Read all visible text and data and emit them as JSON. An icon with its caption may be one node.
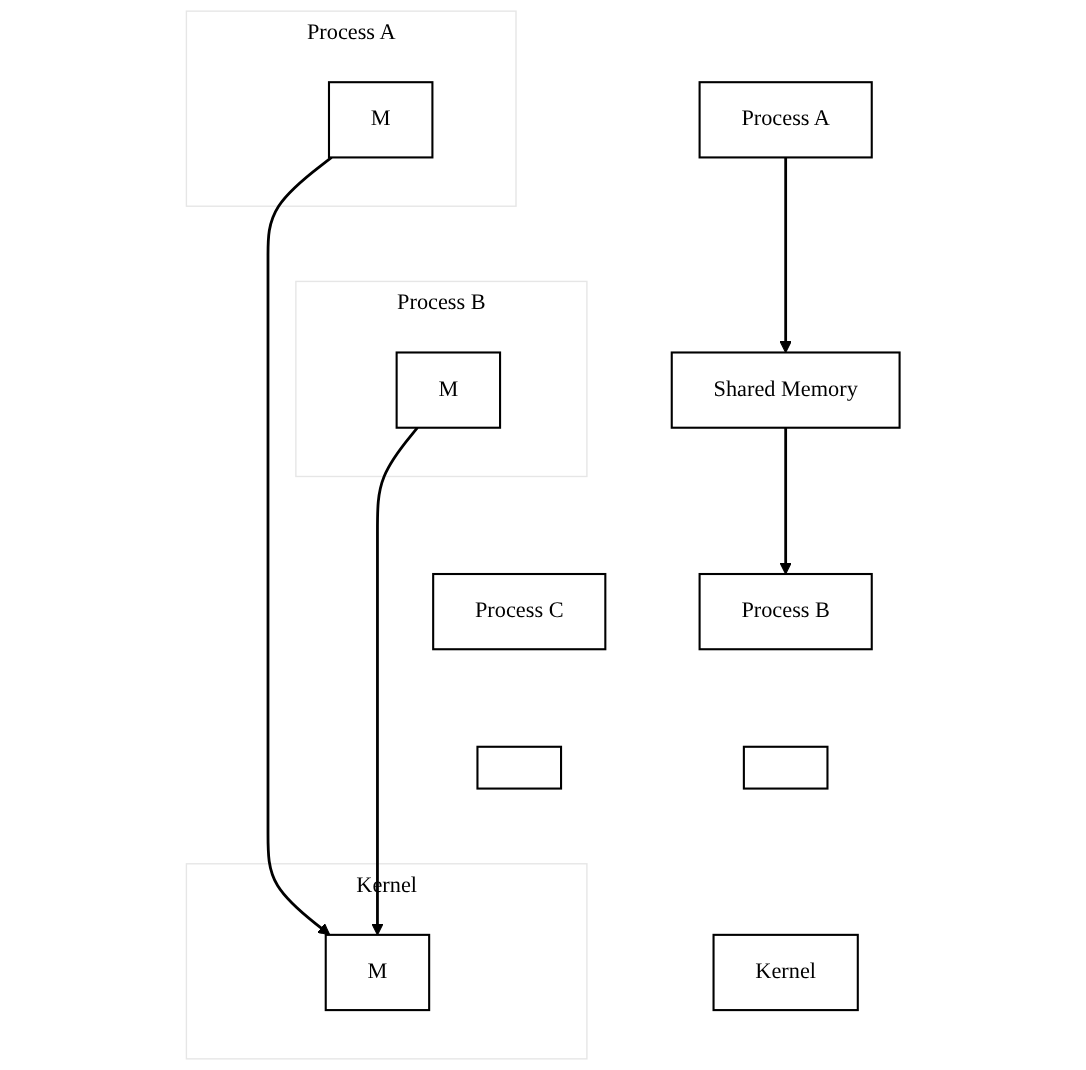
{
  "diagram": {
    "nodes": [
      {
        "text": [
          "Process A"
        ]
      },
      {
        "text": [
          "Shared Memory"
        ]
      },
      {
        "text": [
          "Process B"
        ]
      },
      {
        "text": [],
        "shape": "box"
      },
      {
        "text": [
          "Kernel"
        ]
      },
      {
        "text": [
          "Process A"
        ]
      },
      {
        "text": [
          "M"
        ],
        "in": 5
      },
      {
        "text": [
          "Process B"
        ]
      },
      {
        "text": [
          "M"
        ],
        "in": 7
      },
      {
        "text": [
          "Process C"
        ]
      },
      {
        "text": [],
        "shape": "box"
      },
      {
        "text": [
          "Kernel"
        ]
      },
      {
        "text": [
          "M"
        ],
        "in": 11
      }
    ],
    "edges": [
      {
        "from": 0,
        "to": 1,
        "arrow": "to"
      },
      {
        "from": 1,
        "to": 2,
        "arrow": "to"
      },
      {
        "from": 6,
        "to": 12,
        "arrow": "to"
      },
      {
        "from": 8,
        "to": 12,
        "arrow": "to"
      }
    ]
  }
}
